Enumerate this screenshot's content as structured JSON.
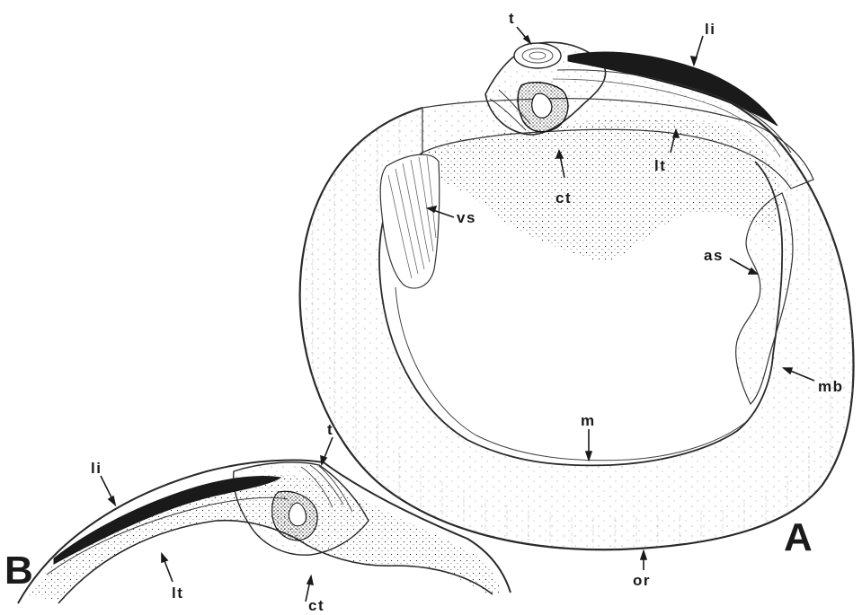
{
  "figure": {
    "panel_a": {
      "panel_label": "A",
      "labels": {
        "t": "t",
        "li": "li",
        "lt": "lt",
        "ct": "ct",
        "vs": "vs",
        "as": "as",
        "mb": "mb",
        "m": "m",
        "or": "or"
      }
    },
    "panel_b": {
      "panel_label": "B",
      "labels": {
        "t": "t",
        "li": "li",
        "lt": "lt",
        "ct": "ct"
      }
    }
  }
}
